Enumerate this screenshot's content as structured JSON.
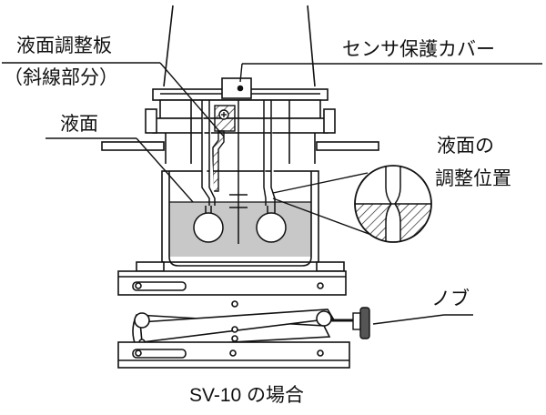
{
  "labels": {
    "liquid_level_plate_line1": "液面調整板",
    "liquid_level_plate_line2": "（斜線部分）",
    "sensor_cover": "センサ保護カバー",
    "liquid_surface": "液面",
    "adjust_position_line1": "液面の",
    "adjust_position_line2": "調整位置",
    "knob": "ノブ"
  },
  "caption": "SV-10 の場合"
}
